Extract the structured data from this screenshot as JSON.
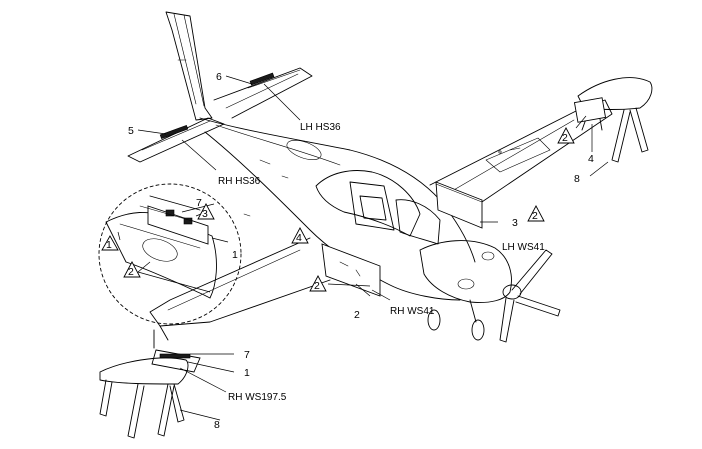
{
  "callouts": {
    "lh_hs": "LH HS36",
    "rh_hs": "RH HS36",
    "lh_ws": "LH WS41",
    "rh_ws": "RH WS41",
    "rh_ws_outboard": "RH WS197.5"
  },
  "item_numbers": {
    "n1_detail": "1",
    "n1_outboard": "1",
    "n2_rh_ws": "2",
    "n3_lh_ws": "3",
    "n4_lh_wing": "4",
    "n5_rh_hs": "5",
    "n6_lh_hs": "6",
    "n7_detail": "7",
    "n7_outboard": "7",
    "n8_lh_stand": "8",
    "n8_rh_stand": "8"
  },
  "note_flags": {
    "f1_detail": "1",
    "f2_detail": "2",
    "f3_detail": "3",
    "f2_rh_ws": "2",
    "f4_wing_root": "4",
    "f2_lh_ws": "2",
    "f2_lh_wing": "2"
  }
}
